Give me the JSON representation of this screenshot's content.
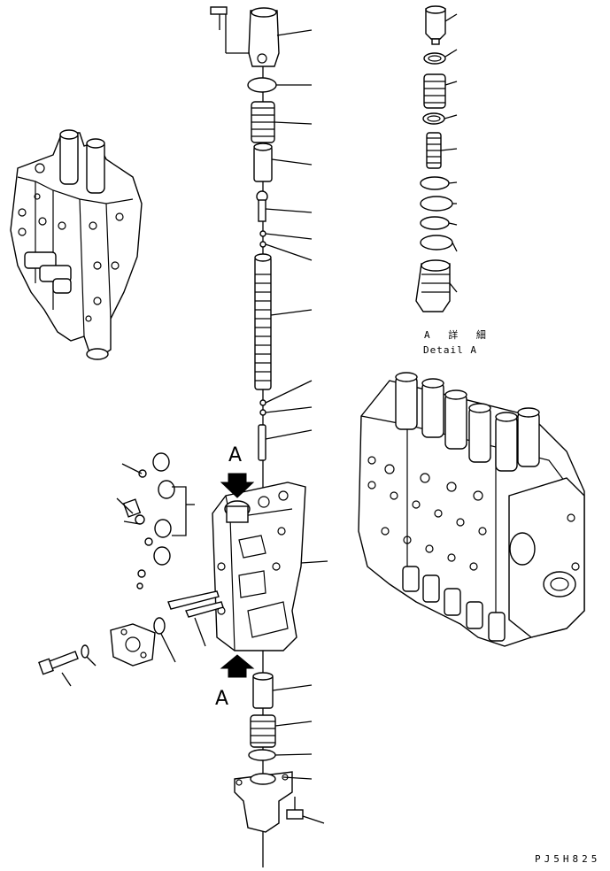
{
  "labels": {
    "arrow_top": "A",
    "arrow_bottom": "A",
    "detail_jp": "A 詳 細",
    "detail_en": "Detail A",
    "drawing_code": "PJ5H825"
  },
  "colors": {
    "line": "#000000",
    "background": "#ffffff"
  }
}
